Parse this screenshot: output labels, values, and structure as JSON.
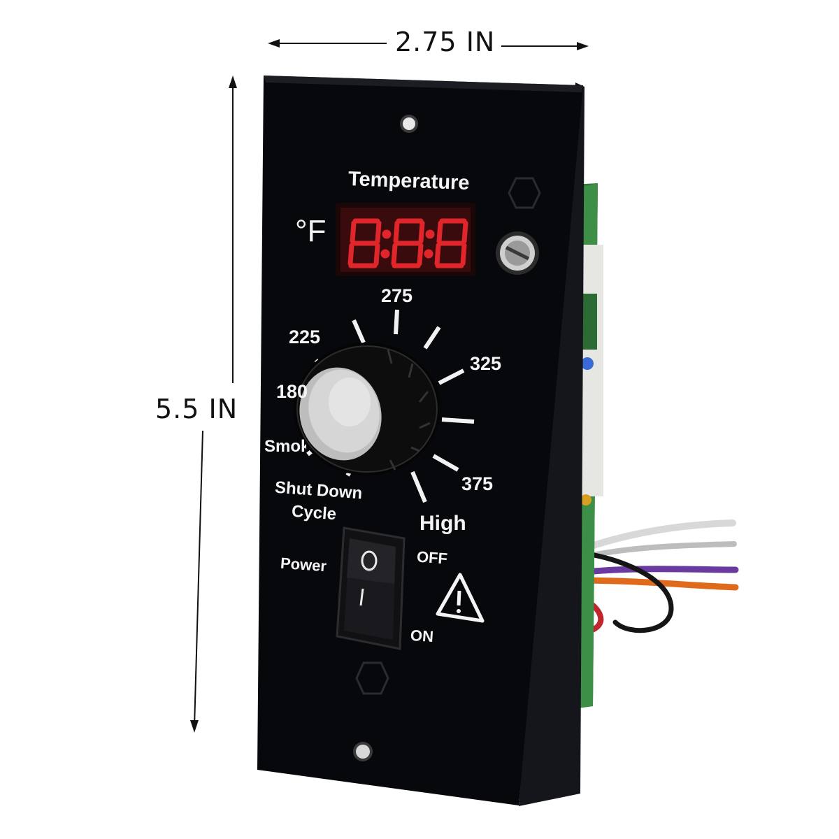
{
  "dimensions": {
    "width_label": "2.75 IN",
    "height_label": "5.5 IN"
  },
  "panel": {
    "temperature_label": "Temperature",
    "unit_label": "°F",
    "display_value": "8:8:8",
    "dial_marks": [
      "180",
      "225",
      "275",
      "325",
      "375",
      "High"
    ],
    "smoke_label": "Smoke",
    "shutdown_label_line1": "Shut Down",
    "shutdown_label_line2": "Cycle",
    "power_label": "Power",
    "switch_off_label": "OFF",
    "switch_on_label": "ON",
    "switch_off_symbol": "O",
    "switch_on_symbol": "|",
    "warning_symbol": "!"
  },
  "colors": {
    "panel": "#07080c",
    "display_bg": "#3a0b0c",
    "display_digit": "#e0262a",
    "pcb": "#2f7a3a",
    "text": "#f4f4f4"
  },
  "icons": {
    "knob": "rotary-knob-icon",
    "switch": "rocker-switch-icon",
    "warning": "warning-triangle-icon"
  }
}
